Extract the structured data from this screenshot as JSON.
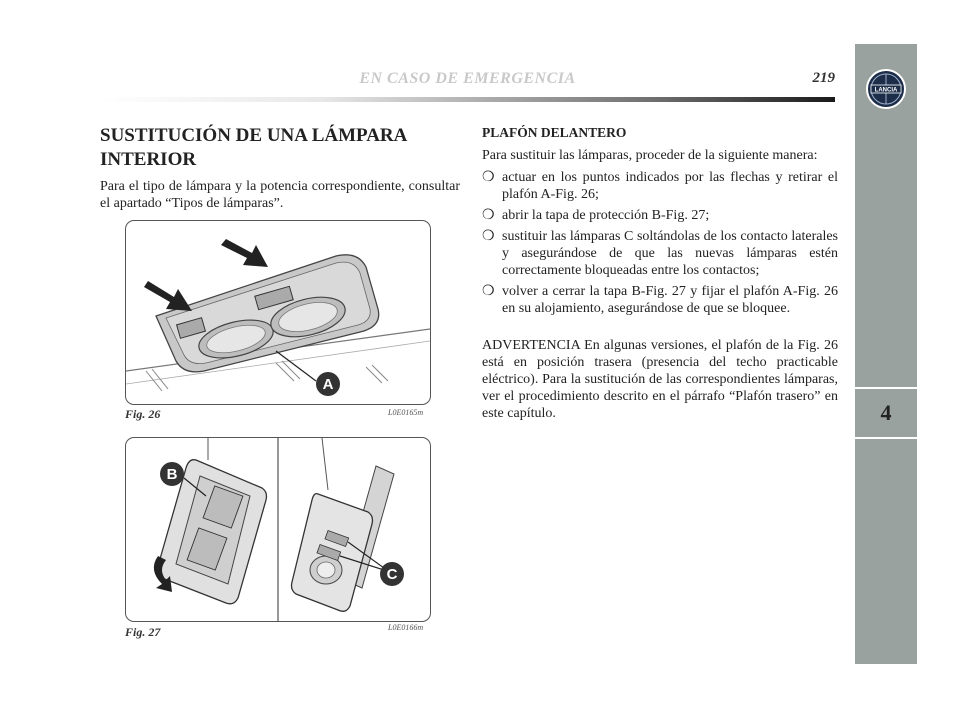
{
  "header": {
    "section_title": "EN CASO DE EMERGENCIA",
    "page_number": "219"
  },
  "sidebar": {
    "logo_text": "LANCIA",
    "chapter": "4"
  },
  "left": {
    "title_line1": "SUSTITUCIÓN DE UNA LÁMPARA",
    "title_line2": "INTERIOR",
    "intro": "Para el tipo de lámpara y la potencia correspondiente, consultar el apartado “Tipos de lámparas”."
  },
  "figures": [
    {
      "label": "Fig. 26",
      "code": "L0E0165m",
      "callouts": [
        "A"
      ]
    },
    {
      "label": "Fig. 27",
      "code": "L0E0166m",
      "callouts": [
        "B",
        "C"
      ]
    }
  ],
  "right": {
    "subheading": "PLAFÓN DELANTERO",
    "lead": "Para sustituir las lámparas, proceder de la siguiente manera:",
    "bullet_symbol": "❍",
    "steps": [
      "actuar en los puntos indicados por las flechas y retirar el plafón A-Fig. 26;",
      "abrir la tapa de protección B-Fig. 27;",
      "sustituir las lámparas C soltándolas de los contacto laterales y asegurándose de que las nuevas lámparas estén correctamente bloqueadas entre los contactos;",
      "volver a cerrar la tapa B-Fig. 27 y fijar el plafón A-Fig. 26 en su alojamiento, asegurándose de que se bloquee."
    ],
    "warning": "ADVERTENCIA En algunas versiones, el plafón de la Fig. 26 está en posición trasera (presencia del techo practicable eléctrico). Para la sustitución de las correspondientes lámparas, ver el procedimiento descrito en el párrafo “Plafón trasero” en este capítulo."
  }
}
